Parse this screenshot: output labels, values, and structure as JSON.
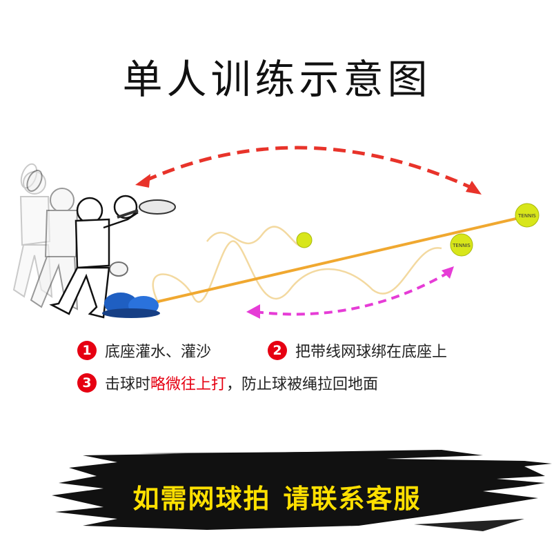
{
  "title": "单人训练示意图",
  "steps": [
    {
      "num": "1",
      "text": "底座灌水、灌沙"
    },
    {
      "num": "2",
      "text": "把带线网球绑在底座上"
    },
    {
      "num": "3",
      "text_before": "击球时",
      "highlight": "略微往上打",
      "text_after": "，防止球被绳拉回地面"
    }
  ],
  "banner": {
    "part1": "如需网球拍",
    "part2": "请联系客服"
  },
  "ball_brand": "TENNIS",
  "colors": {
    "accent_red": "#e60012",
    "arrow_red": "#e8332a",
    "arrow_pink": "#e63cd6",
    "banner_yellow": "#ffe000",
    "ball": "#d8e61a",
    "base_blue": "#1f5fc2",
    "string": "#f0a830"
  }
}
